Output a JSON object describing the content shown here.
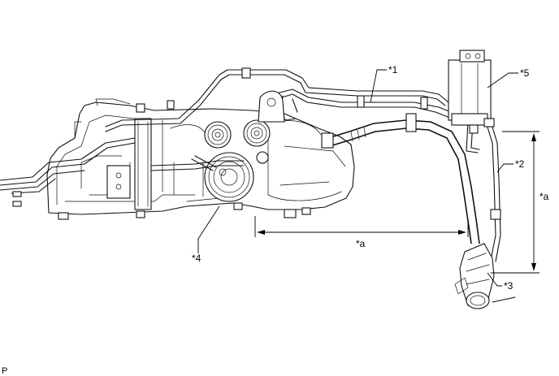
{
  "callouts": {
    "c1": "*1",
    "c2": "*2",
    "c3": "*3",
    "c4": "*4",
    "c5": "*5",
    "dim_horizontal": "*a",
    "dim_vertical": "*a"
  },
  "corner_mark": "P"
}
